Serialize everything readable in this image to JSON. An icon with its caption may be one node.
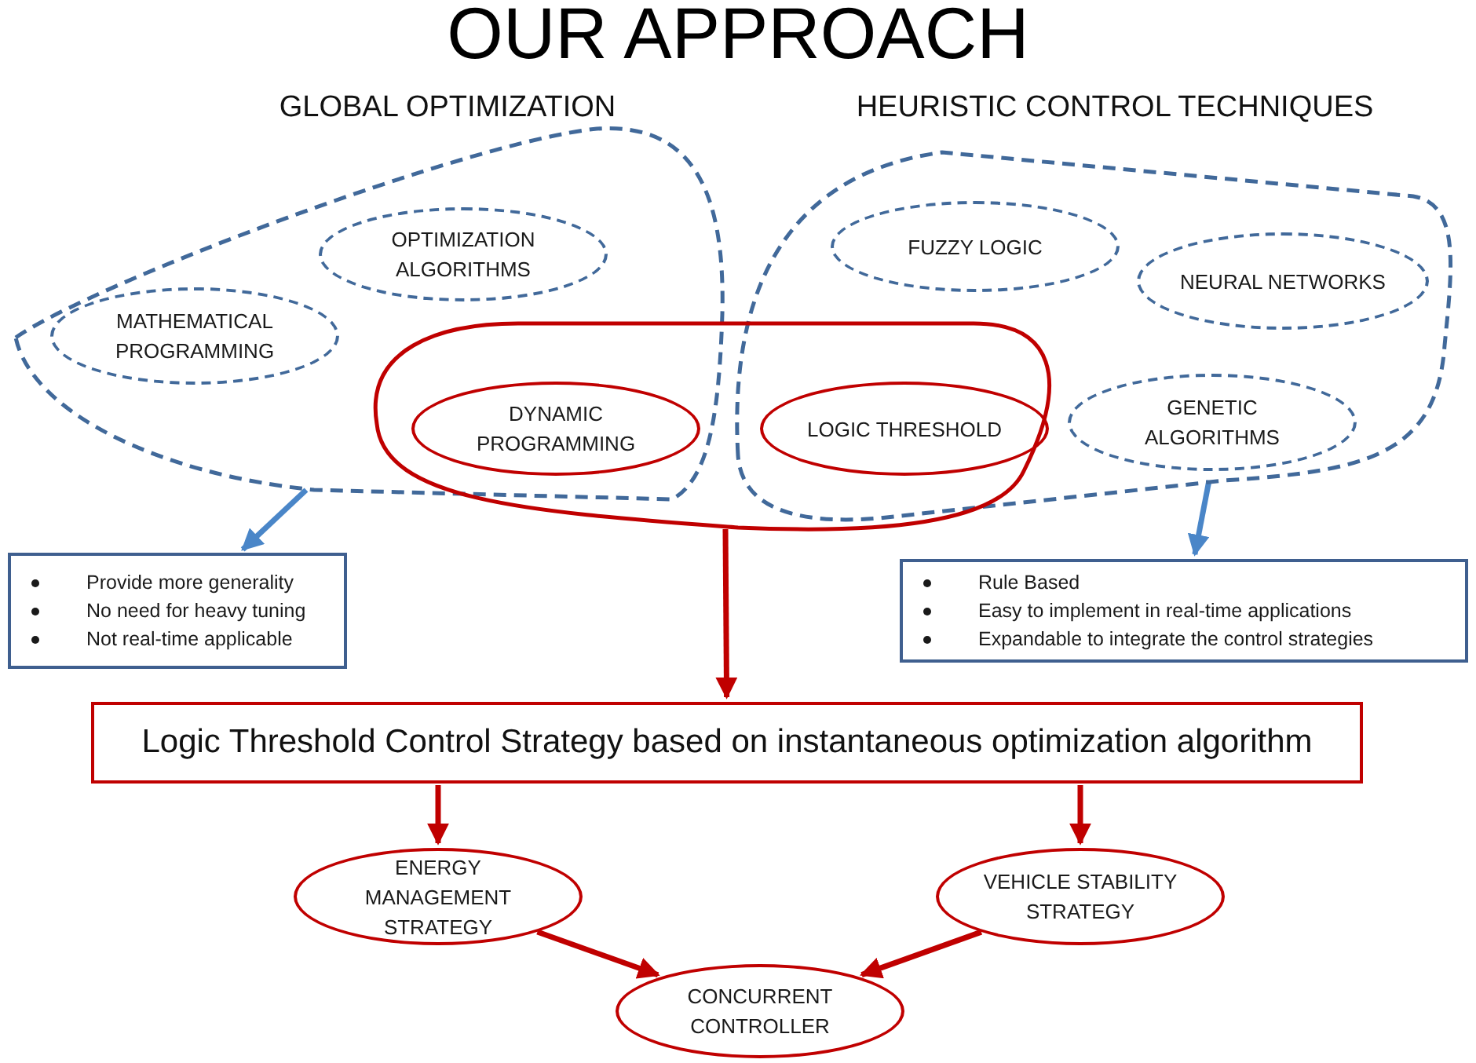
{
  "diagram": {
    "title": "OUR APPROACH",
    "nodes": [
      {
        "text": [
          "GLOBAL OPTIMIZATION"
        ]
      },
      {
        "text": [
          "HEURISTIC CONTROL TECHNIQUES"
        ]
      },
      {
        "text": [],
        "shape": "cloud"
      },
      {
        "text": [
          "OPTIMIZATION ALGORITHMS"
        ],
        "in": 0
      },
      {
        "text": [
          "MATHEMATICAL PROGRAMMING"
        ],
        "in": 0
      },
      {
        "text": [
          "DYNAMIC PROGRAMMING"
        ]
      },
      {
        "text": [
          "LOGIC THRESHOLD"
        ]
      },
      {
        "text": [
          "FUZZY LOGIC"
        ],
        "in": 1
      },
      {
        "text": [
          "NEURAL NETWORKS"
        ],
        "in": 1
      },
      {
        "text": [
          "GENETIC ALGORITHMS"
        ],
        "in": 1
      },
      {
        "text": [
          "Provide more generality",
          "No need for heavy tuning",
          "Not real-time applicable"
        ]
      },
      {
        "text": [
          "Rule Based",
          "Easy to implement in real-time applications",
          "Expandable to integrate the control strategies"
        ]
      },
      {
        "text": [
          "Logic Threshold Control Strategy based on instantaneous optimization algorithm"
        ]
      },
      {
        "text": [
          "ENERGY MANAGEMENT STRATEGY"
        ]
      },
      {
        "text": [
          "VEHICLE STABILITY STRATEGY"
        ]
      },
      {
        "text": [
          "CONCURRENT CONTROLLER"
        ]
      }
    ],
    "edges": [
      {
        "from": 0,
        "to": 10,
        "arrow": "to",
        "color": "#4a86c8"
      },
      {
        "from": 1,
        "to": 11,
        "arrow": "to",
        "color": "#4a86c8"
      },
      {
        "from": 2,
        "to": 12,
        "arrow": "to"
      },
      {
        "from": 12,
        "to": 13,
        "arrow": "to"
      },
      {
        "from": 12,
        "to": 14,
        "arrow": "to"
      },
      {
        "from": 13,
        "to": 15,
        "arrow": "to"
      },
      {
        "from": 14,
        "to": 15,
        "arrow": "to"
      }
    ]
  }
}
